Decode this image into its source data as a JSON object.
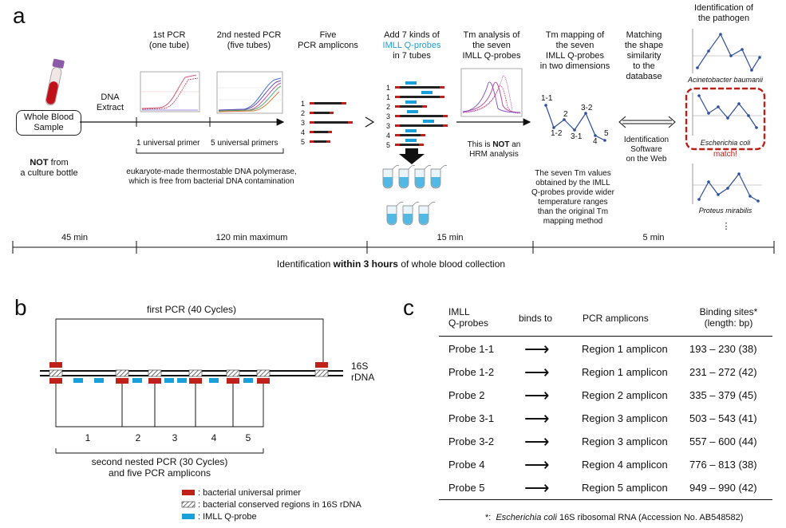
{
  "panel_a": {
    "letter": "a",
    "blood_tube": {
      "label_line1": "Whole Blood",
      "label_line2": "Sample"
    },
    "not_from": {
      "bold": "NOT",
      "rest": " from",
      "line2": "a culture bottle"
    },
    "dna_extract": {
      "line1": "DNA",
      "line2": "Extract"
    },
    "pcr1": {
      "line1": "1st PCR",
      "line2": "(one tube)",
      "primer": "1 universal primer"
    },
    "pcr2": {
      "line1": "2nd nested PCR",
      "line2": "(five tubes)",
      "primer": "5 universal primers"
    },
    "five_amplicons": {
      "line1": "Five",
      "line2": "PCR amplicons",
      "numbers": [
        "1",
        "2",
        "3",
        "4",
        "5"
      ]
    },
    "polymerase_note": {
      "line1": "eukaryote-made thermostable DNA polymerase,",
      "line2": "which is free from bacterial DNA contamination"
    },
    "add_probes": {
      "line1": "Add 7 kinds of",
      "line2": "IMLL Q-probes",
      "line3": "in 7 tubes",
      "numbers": [
        "1",
        "1",
        "2",
        "3",
        "3",
        "4",
        "5"
      ]
    },
    "tm_analysis": {
      "line1": "Tm analysis of",
      "line2": "the seven",
      "line3": "IMLL Q-probes",
      "note_pre": "This is ",
      "note_bold": "NOT",
      "note_post": " an",
      "note_line2": "HRM analysis"
    },
    "tm_mapping": {
      "line1": "Tm mapping of",
      "line2": "the seven",
      "line3": "IMLL Q-probes",
      "line4": "in two dimensions",
      "point_labels": [
        "1-1",
        "1-2",
        "2",
        "3-1",
        "3-2",
        "4",
        "5"
      ],
      "note": [
        "The seven Tm values",
        "obtained by the IMLL",
        "Q-probes provide wider",
        "temperature ranges",
        "than the original Tm",
        "mapping method"
      ]
    },
    "matching": {
      "line1": "Matching",
      "line2": "the shape",
      "line3": "similarity",
      "line4": "to the",
      "line5": "database",
      "software": [
        "Identification",
        "Software",
        "on the Web"
      ]
    },
    "identification": {
      "line1": "Identification of",
      "line2": "the pathogen",
      "organisms": [
        "Acinetobacter baumanii",
        "Escherichia coli",
        "Proteus mirabilis"
      ],
      "match_label": "match!",
      "ellipsis": "⋮"
    },
    "timeline": {
      "segments": [
        "45 min",
        "120 min maximum",
        "15 min",
        "5 min"
      ]
    },
    "summary": {
      "pre": "Identification ",
      "bold": "within 3 hours",
      "post": " of whole blood collection"
    },
    "colors": {
      "arrow": "#111111",
      "match_box": "#b8201a",
      "probe": "#1aa0d8",
      "plot_line": "#2e4f9a"
    }
  },
  "panel_b": {
    "letter": "b",
    "first_pcr": "first PCR (40 Cycles)",
    "rdna_line1": "16S",
    "rdna_line2": "rDNA",
    "regions": [
      "1",
      "2",
      "3",
      "4",
      "5"
    ],
    "second_pcr_line1": "second nested PCR (30 Cycles)",
    "second_pcr_line2": "and five PCR amplicons",
    "legend": [
      ": bacterial universal primer",
      ": bacterial conserved regions in 16S rDNA",
      ": IMLL Q-probe"
    ],
    "colors": {
      "primer": "#c0201a",
      "probe": "#1aa0d8"
    }
  },
  "panel_c": {
    "letter": "c",
    "headers": {
      "probes_line1": "IMLL",
      "probes_line2": "Q-probes",
      "binds": "binds to",
      "amplicons": "PCR amplicons",
      "sites_line1": "Binding sites*",
      "sites_line2": "(length: bp)"
    },
    "rows": [
      {
        "probe": "Probe 1-1",
        "amplicon": "Region 1 amplicon",
        "sites": "193 – 230 (38)"
      },
      {
        "probe": "Probe 1-2",
        "amplicon": "Region 1 amplicon",
        "sites": "231 – 272 (42)"
      },
      {
        "probe": "Probe 2",
        "amplicon": "Region 2 amplicon",
        "sites": "335 – 379 (45)"
      },
      {
        "probe": "Probe 3-1",
        "amplicon": "Region 3 amplicon",
        "sites": "503 – 543 (41)"
      },
      {
        "probe": "Probe 3-2",
        "amplicon": "Region 3 amplicon",
        "sites": "557 – 600 (44)"
      },
      {
        "probe": "Probe 4",
        "amplicon": "Region 4 amplicon",
        "sites": "776 – 813 (38)"
      },
      {
        "probe": "Probe 5",
        "amplicon": "Region 5 amplicon",
        "sites": "949 – 990 (42)"
      }
    ],
    "arrow_glyph": "⟶",
    "footnote": {
      "star": "*:",
      "organism": "Escherichia coli",
      "rest": " 16S ribosomal RNA (Accession No. AB548582)"
    }
  }
}
